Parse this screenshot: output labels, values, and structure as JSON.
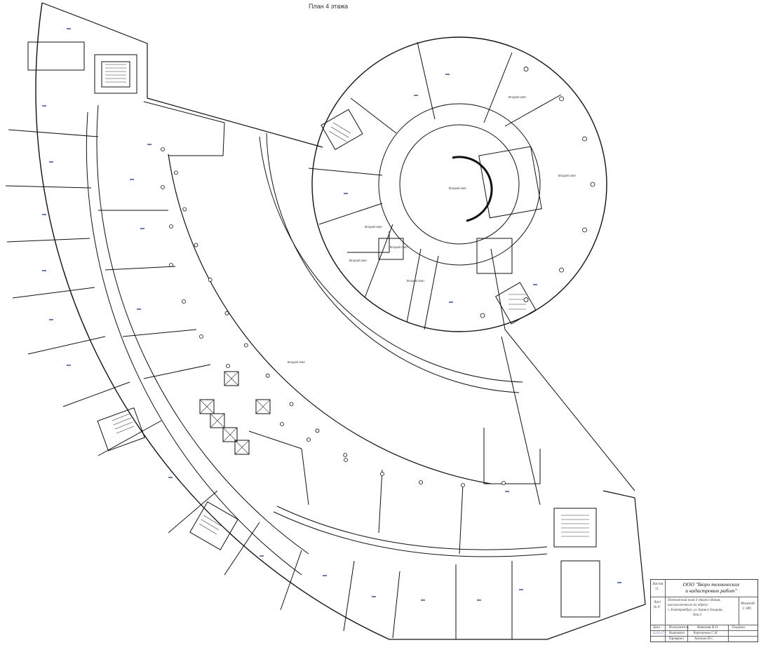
{
  "plan": {
    "title": "План 4 этажа",
    "area_labels": {
      "atrium": "Второй свет",
      "void_main": "Второй свет",
      "void_right": "Второй свет",
      "room_a": "Второй свет",
      "room_b": "Второй свет",
      "room_c": "Второй свет",
      "room_d": "Второй свет",
      "room_e": "Второй свет"
    }
  },
  "stamp": {
    "sheet_label": "Листов",
    "sheet_count": "11",
    "sheet_no_label": "Лист",
    "sheet_no": "№ 8",
    "org_line1": "ООО  \"Бюро технических",
    "org_line2": "и кадастровых работ\"",
    "desc_line1": "Поэтажный план 4 этажа здания,",
    "desc_line2": "расположенного по адресу:",
    "desc_line3": "г. Екатеринбург, ул. Бориса Ельцина,",
    "desc_line4": "дом 3",
    "scale_label": "Масштаб",
    "scale_value": "1: 200",
    "date_label": "Дата",
    "executor_label": "Исполнитель",
    "name_label": "Фамилия И.О.",
    "sign_label": "Подпись",
    "executed_label": "Выполнил",
    "executed_name": "Черепанова С.Н.",
    "checked_label": "Проверил",
    "checked_name": "Агапова Н.С.",
    "date_value": "12.01.17"
  }
}
